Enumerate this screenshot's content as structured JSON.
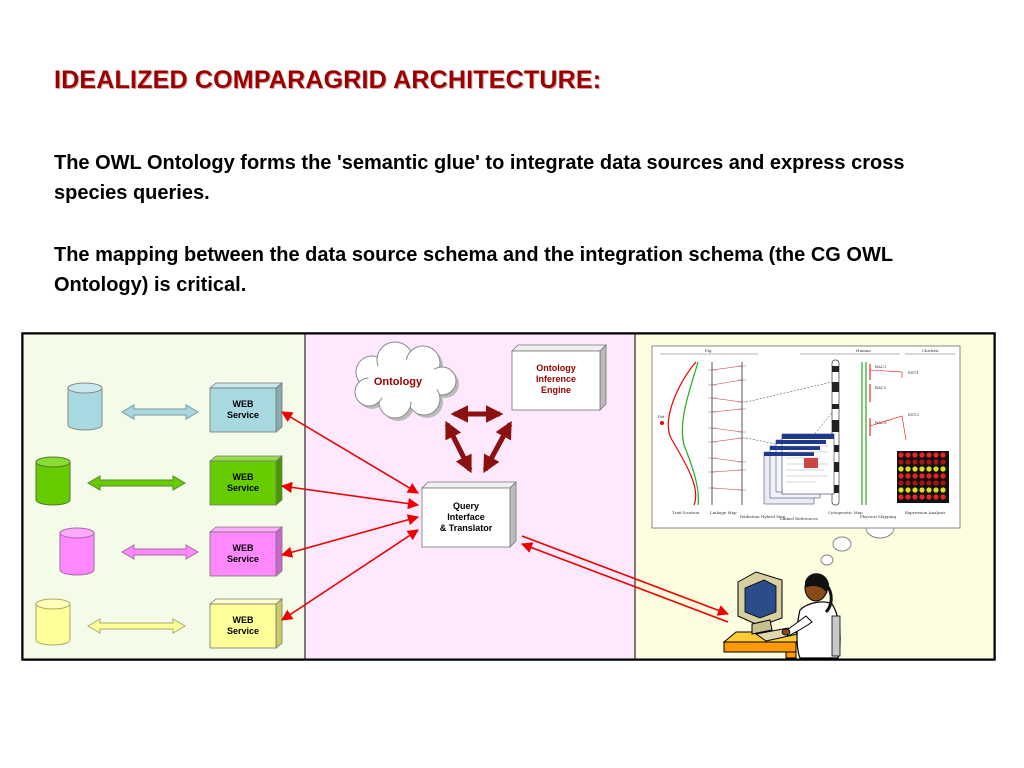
{
  "heading": "IDEALIZED COMPARAGRID ARCHITECTURE:",
  "paragraphs": [
    "The OWL Ontology forms the 'semantic glue' to integrate data sources and express cross species queries.",
    "The mapping between the data source schema and the integration schema (the CG OWL Ontology) is critical."
  ],
  "web_services": [
    {
      "line1": "WEB",
      "line2": "Service",
      "color": "#a8d8e0"
    },
    {
      "line1": "WEB",
      "line2": "Service",
      "color": "#66cc00"
    },
    {
      "line1": "WEB",
      "line2": "Service",
      "color": "#ff88ff"
    },
    {
      "line1": "WEB",
      "line2": "Service",
      "color": "#ffff99"
    }
  ],
  "cylinder_colors": [
    "#a8d8e0",
    "#66cc00",
    "#ff88ff",
    "#ffff99"
  ],
  "ontology_label": "Ontology",
  "inference_engine": {
    "line1": "Ontology",
    "line2": "Inference",
    "line3": "Engine"
  },
  "query_box": {
    "line1": "Query",
    "line2": "Interface",
    "line3": "& Translator"
  },
  "panel_colors": {
    "left": "#f4fbe8",
    "middle": "#fde8fd",
    "right": "#fdfde0"
  },
  "map_headers": [
    "Pig",
    "Human",
    "Chicken"
  ],
  "map_captions": [
    "Trait location",
    "Linkage Map",
    "Radiation Hybrid Map",
    "Linked References",
    "Cytogenetic Map",
    "Physical Mapping",
    "Expression Analysis"
  ],
  "bac_labels": [
    "BAC1",
    "BAC2",
    "BAC3"
  ],
  "est_labels": [
    "EST1",
    "EST2"
  ],
  "accent_red": "#ee0000",
  "heading_color": "#990000"
}
